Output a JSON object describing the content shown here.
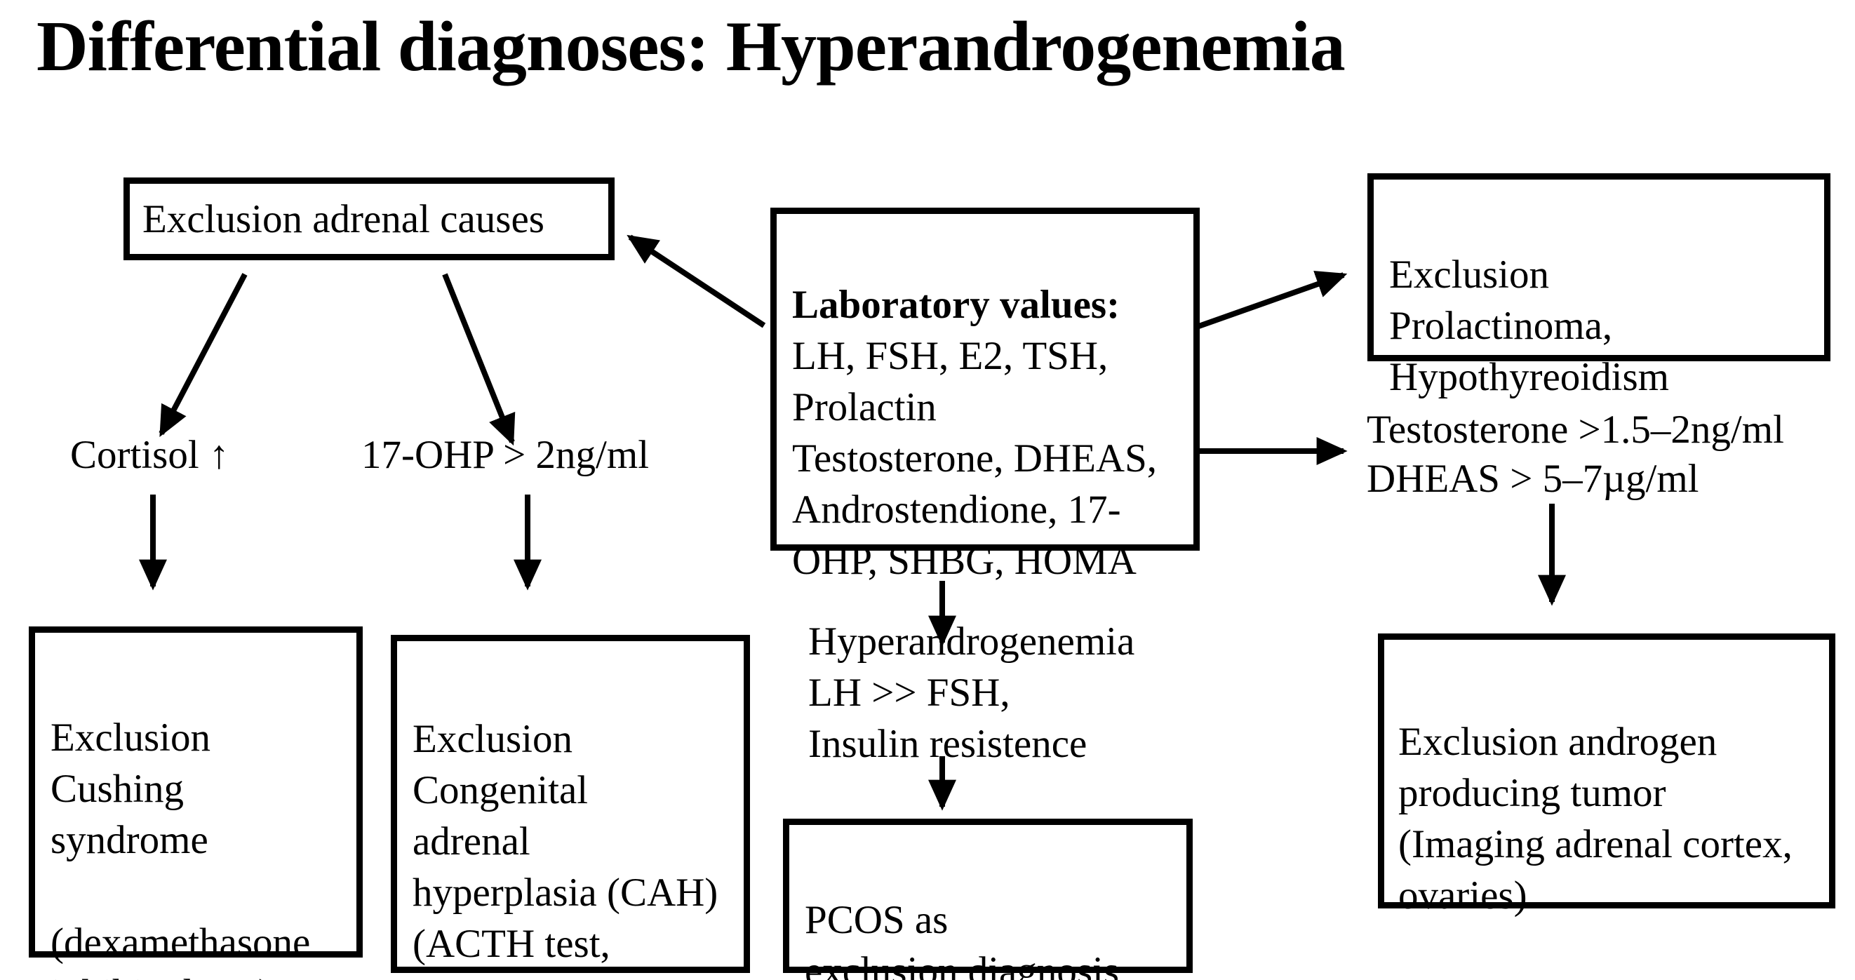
{
  "title": "Differential diagnoses: Hyperandrogenemia",
  "boxes": {
    "adrenal": {
      "text": "Exclusion adrenal causes"
    },
    "lab": {
      "title": "Laboratory values:",
      "body": "LH, FSH, E2, TSH,\nProlactin\nTestosterone, DHEAS,\nAndrostendione, 17-\nOHP, SHBG, HOMA"
    },
    "prolactinoma": {
      "text": "Exclusion\nProlactinoma,\nHypothyreoidism"
    },
    "cushing": {
      "text": "Exclusion\nCushing\nsyndrome\n\n(dexamethasone\ninhibited test)"
    },
    "cah": {
      "text": "Exclusion\nCongenital\nadrenal\nhyperplasia (CAH)\n(ACTH test,\ngenetics)"
    },
    "pcos": {
      "text": "PCOS  as\nexclusion diagnosis"
    },
    "androgen_tumor": {
      "text": "Exclusion androgen\n producing tumor\n(Imaging adrenal cortex,\n ovaries)"
    }
  },
  "labels": {
    "cortisol": "Cortisol ↑",
    "ohp": "17-OHP > 2ng/ml",
    "hyperandrogenemia": "Hyperandrogenemia\nLH >> FSH,\nInsulin resistence",
    "testosterone": "Testosterone >1.5–2ng/ml\nDHEAS > 5–7µg/ml"
  },
  "colors": {
    "ink": "#000000",
    "background": "#ffffff"
  }
}
